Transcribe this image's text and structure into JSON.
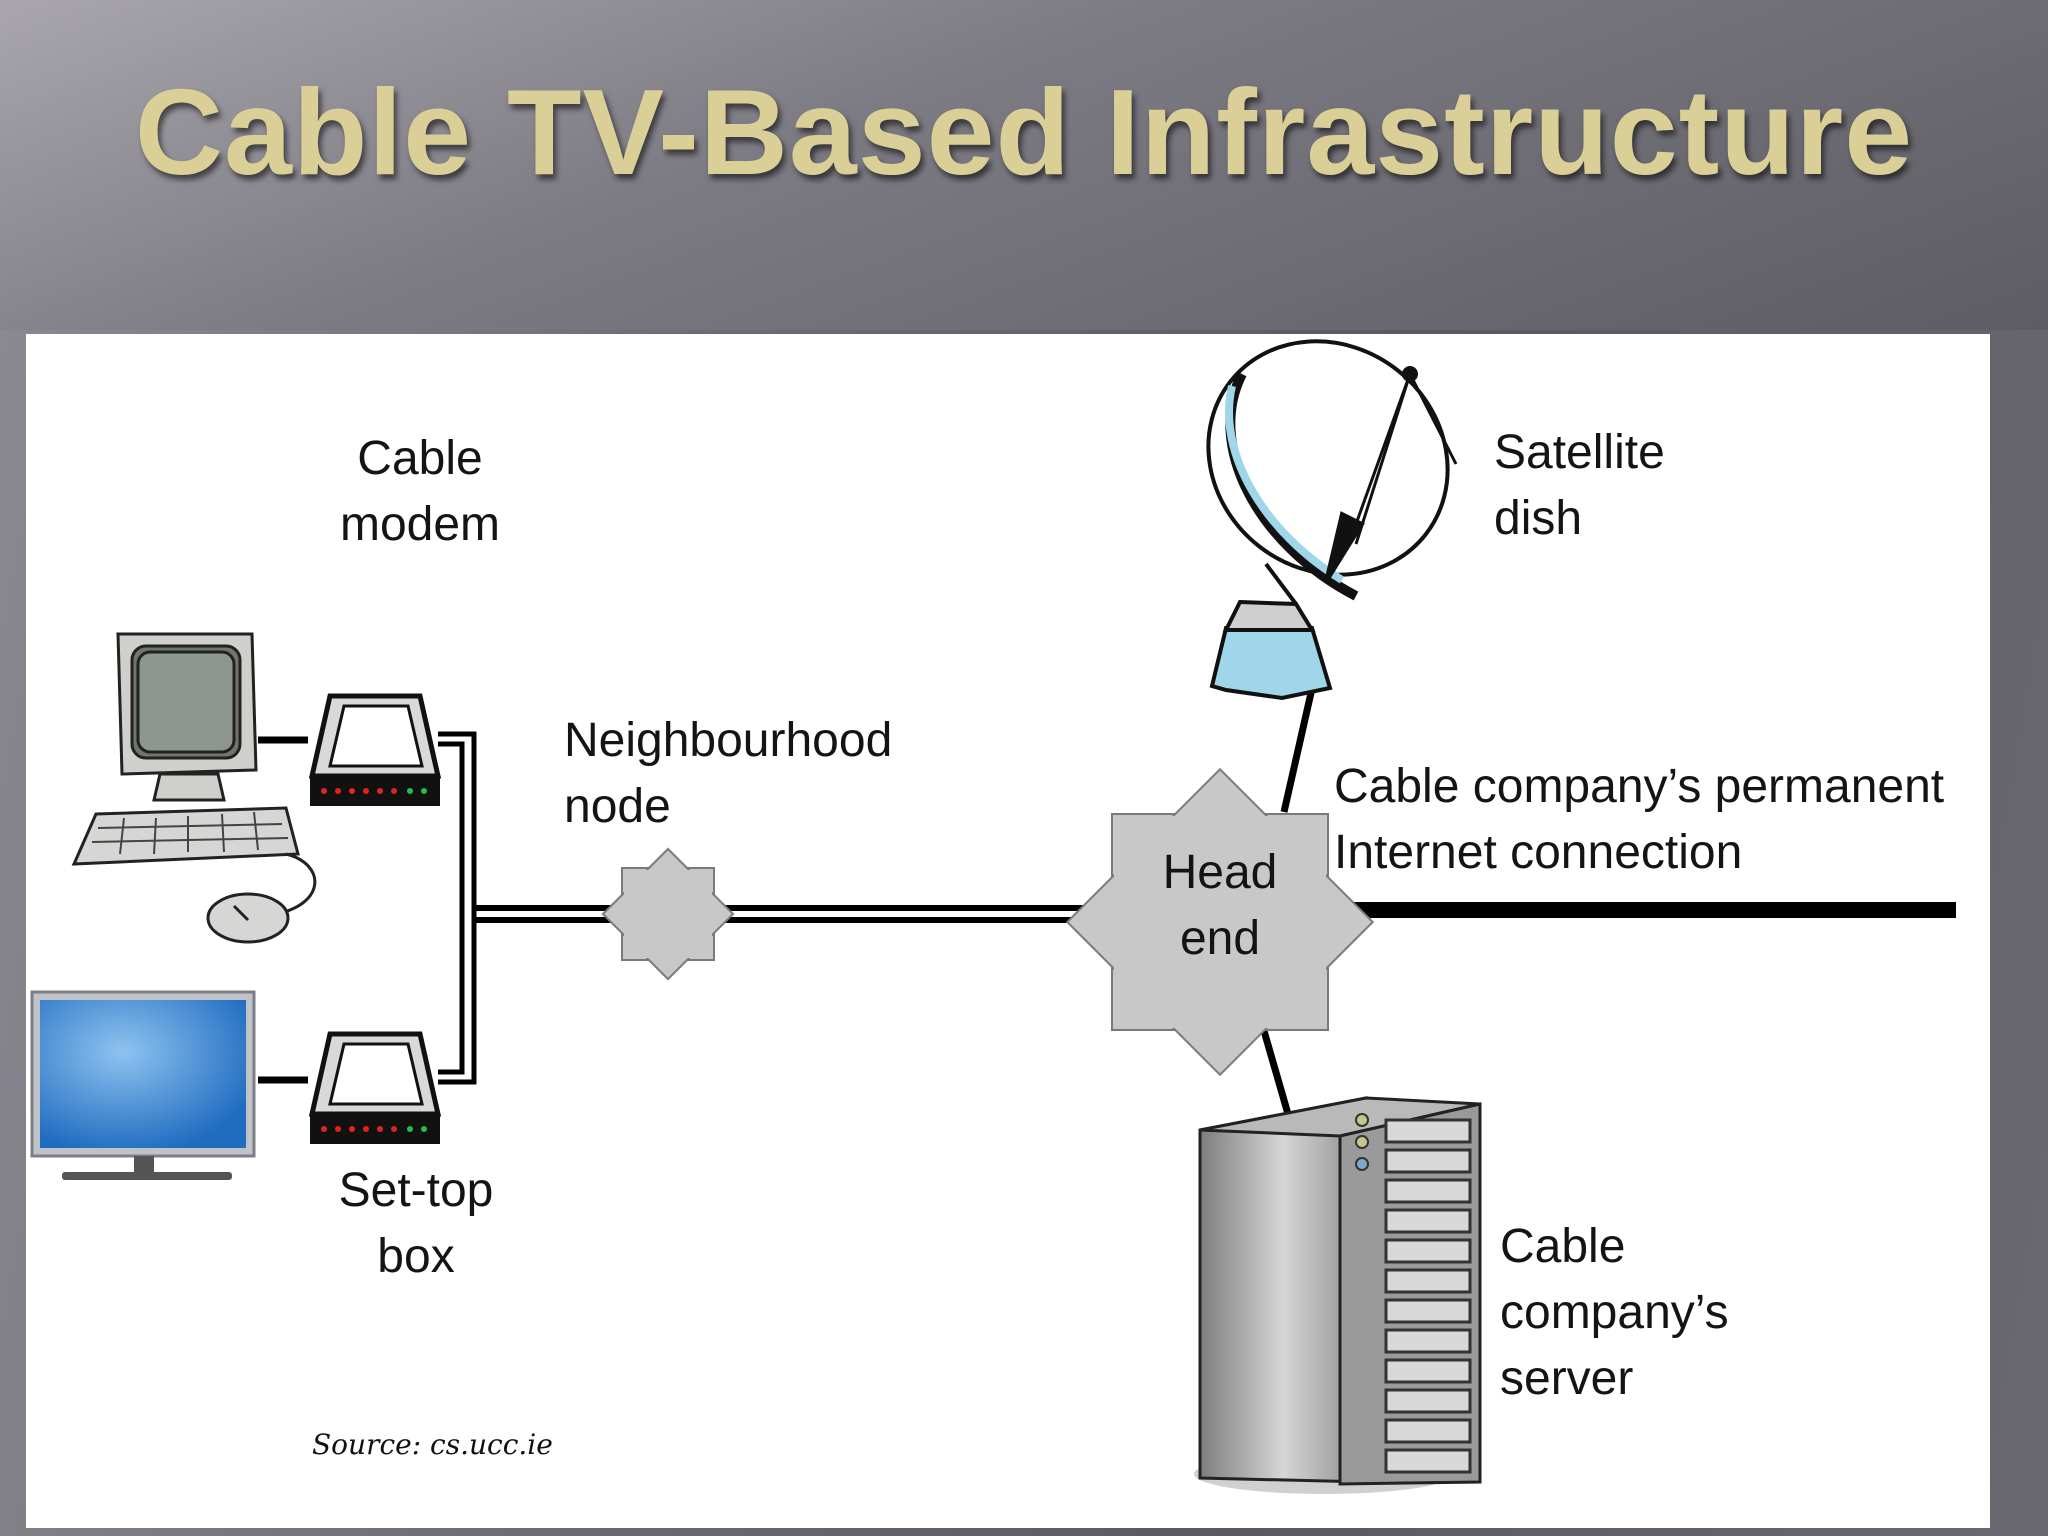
{
  "slide": {
    "title": "Cable TV-Based Infrastructure"
  },
  "diagram": {
    "labels": {
      "cable_modem": "Cable\nmodem",
      "set_top_box": "Set-top\nbox",
      "neighbourhood_node": "Neighbourhood\nnode",
      "head_end": "Head\nend",
      "satellite_dish": "Satellite\ndish",
      "permanent_connection": "Cable company’s permanent\nInternet connection",
      "server": "Cable\ncompany’s\nserver"
    },
    "source": "Source: cs.ucc.ie"
  },
  "colors": {
    "title": "#d9cf97",
    "line": "#000000",
    "node_fill": "#c8c8c8",
    "screen_blue": "#2f7fd0",
    "dish_blue": "#9fd6ea"
  }
}
